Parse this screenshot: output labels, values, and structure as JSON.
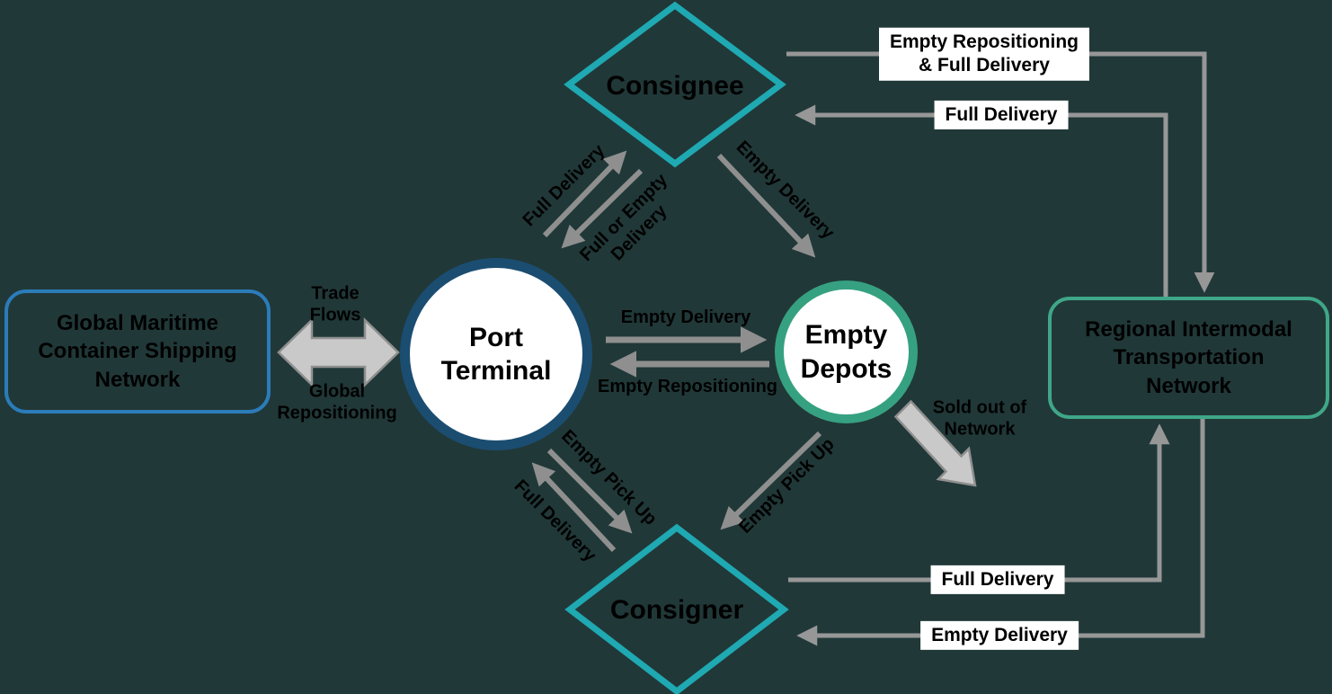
{
  "title": "Container logistics flow diagram",
  "colors": {
    "background": "#213838",
    "diamond_teal": "#1fa9b2",
    "port_terminal_border": "#1b4d71",
    "empty_depots_border": "#36a181",
    "global_box_border": "#2b7cb9",
    "regional_box_border": "#3fa788",
    "arrow_gray": "#8f8f8f",
    "elbow_gray": "#979797",
    "block_arrow_fill": "#c9c9c9",
    "label_bg": "#ffffff",
    "text": "#000000"
  },
  "nodes": {
    "global_maritime": "Global Maritime\nContainer Shipping\nNetwork",
    "port_terminal": "Port\nTerminal",
    "empty_depots": "Empty\nDepots",
    "consignee": "Consignee",
    "consigner": "Consigner",
    "regional": "Regional Intermodal\nTransportation\nNetwork"
  },
  "labels": {
    "trade_flows": "Trade\nFlows",
    "global_repositioning": "Global\nRepositioning",
    "pt_to_consignee": "Full Delivery",
    "consignee_to_pt": "Full or Empty\nDelivery",
    "consignee_to_depots": "Empty Delivery",
    "pt_to_depots": "Empty Delivery",
    "depots_to_pt": "Empty Repositioning",
    "pt_to_consigner": "Empty Pick Up",
    "consigner_to_pt": "Full Delivery",
    "depots_to_consigner": "Empty Pick Up",
    "sold_out": "Sold out of\nNetwork",
    "consignee_to_regional": "Empty Repositioning\n& Full Delivery",
    "regional_to_consignee": "Full Delivery",
    "consigner_to_regional": "Full Delivery",
    "regional_to_consigner": "Empty Delivery"
  }
}
